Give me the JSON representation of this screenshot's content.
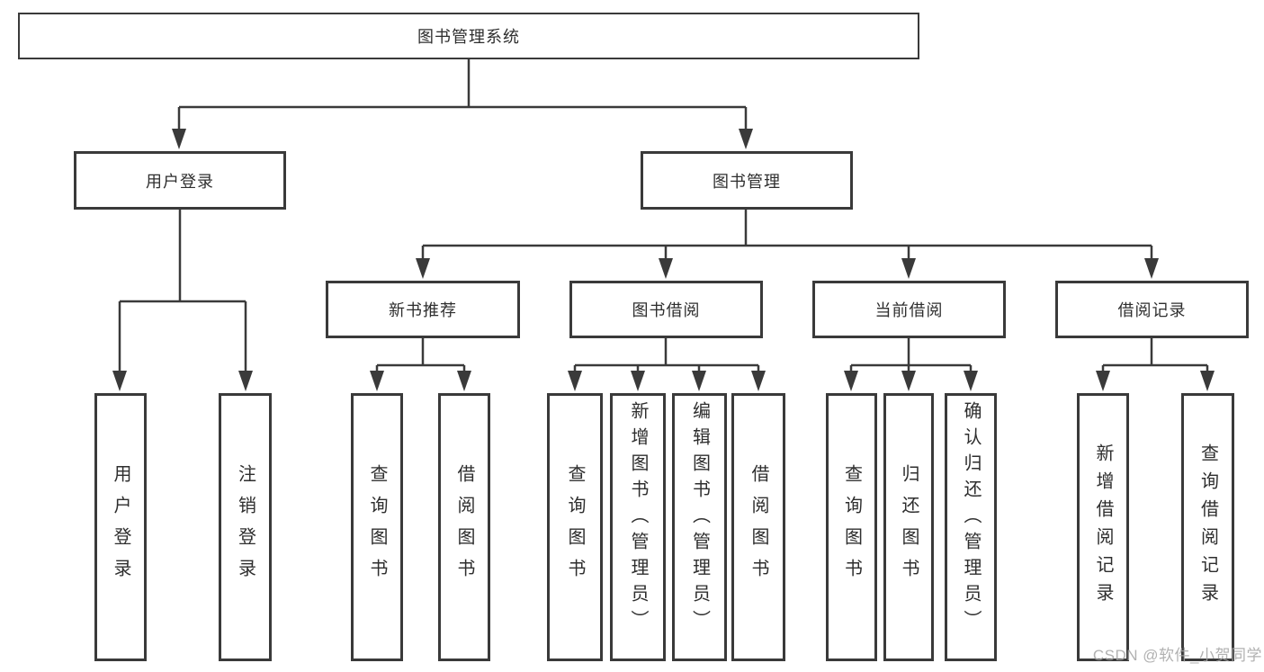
{
  "tree": {
    "root": {
      "label": "图书管理系统"
    },
    "level2": [
      {
        "label": "用户登录"
      },
      {
        "label": "图书管理"
      }
    ],
    "level3": [
      {
        "label": "新书推荐"
      },
      {
        "label": "图书借阅"
      },
      {
        "label": "当前借阅"
      },
      {
        "label": "借阅记录"
      }
    ],
    "leaves": {
      "user_login": [
        "用户登录",
        "注销登录"
      ],
      "new_book_rec": [
        "查询图书",
        "借阅图书"
      ],
      "book_borrow": [
        "查询图书",
        "新增图书（管理员）",
        "编辑图书（管理员）",
        "借阅图书"
      ],
      "current_borrow": [
        "查询图书",
        "归还图书",
        "确认归还（管理员）"
      ],
      "borrow_records": [
        "新增借阅记录",
        "查询借阅记录"
      ]
    }
  },
  "watermark": "CSDN @软件_小贺同学",
  "colors": {
    "line": "#3a3a3a",
    "text": "#2e2e2e",
    "watermark": "#a3a3a3",
    "background": "#ffffff"
  }
}
